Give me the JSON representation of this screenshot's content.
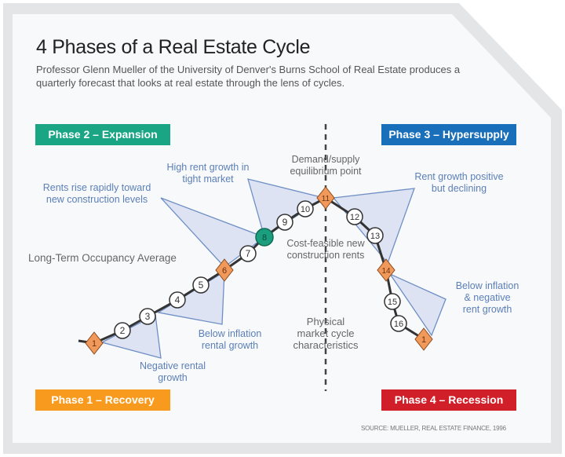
{
  "header": {
    "title": "4 Phases of a Real Estate Cycle",
    "subtitle": "Professor Glenn Mueller of the University of Denver's Burns School of Real Estate produces a quarterly forecast that looks at real estate through the lens of cycles."
  },
  "phases": [
    {
      "label": "Phase 1 – Recovery",
      "color": "#f79a1e"
    },
    {
      "label": "Phase 2 – Expansion",
      "color": "#1aa584"
    },
    {
      "label": "Phase 3 – Hypersupply",
      "color": "#1a6fba"
    },
    {
      "label": "Phase 4 – Recession",
      "color": "#d11f2a"
    }
  ],
  "annotations": {
    "rents_rise": "Rents rise rapidly toward new construction levels",
    "rents_rise_l1": "Rents rise rapidly toward",
    "rents_rise_l2": "new construction levels",
    "high_rent_l1": "High rent growth in",
    "high_rent_l2": "tight market",
    "demand_l1": "Demand/supply",
    "demand_l2": "equilibrium point",
    "rent_pos_l1": "Rent growth positive",
    "rent_pos_l2": "but declining",
    "occupancy": "Long-Term Occupancy Average",
    "cost_l1": "Cost-feasible new",
    "cost_l2": "construction rents",
    "below_infl_l1": "Below inflation",
    "below_infl_l2": "rental growth",
    "below_neg_l1": "Below inflation",
    "below_neg_l2": "& negative",
    "below_neg_l3": "rent growth",
    "physical_l1": "Physical",
    "physical_l2": "market cycle",
    "physical_l3": "characteristics",
    "negative_l1": "Negative rental",
    "negative_l2": "growth"
  },
  "source": "SOURCE: MUELLER, REAL ESTATE FINANCE, 1996",
  "colors": {
    "node_diamond": "#f0995a",
    "node_highlight": "#1a9e7e",
    "triangle_fill": "#dde3f3",
    "triangle_stroke": "#6e8fc4"
  },
  "cycle_points": [
    {
      "n": "1",
      "shape": "diamond"
    },
    {
      "n": "2",
      "shape": "circle"
    },
    {
      "n": "3",
      "shape": "circle"
    },
    {
      "n": "4",
      "shape": "circle"
    },
    {
      "n": "5",
      "shape": "circle"
    },
    {
      "n": "6",
      "shape": "diamond"
    },
    {
      "n": "7",
      "shape": "circle"
    },
    {
      "n": "8",
      "shape": "circle-highlight"
    },
    {
      "n": "9",
      "shape": "circle"
    },
    {
      "n": "10",
      "shape": "circle"
    },
    {
      "n": "11",
      "shape": "diamond"
    },
    {
      "n": "12",
      "shape": "circle"
    },
    {
      "n": "13",
      "shape": "circle"
    },
    {
      "n": "14",
      "shape": "diamond"
    },
    {
      "n": "15",
      "shape": "circle"
    },
    {
      "n": "16",
      "shape": "circle"
    },
    {
      "n": "1",
      "shape": "diamond"
    }
  ]
}
